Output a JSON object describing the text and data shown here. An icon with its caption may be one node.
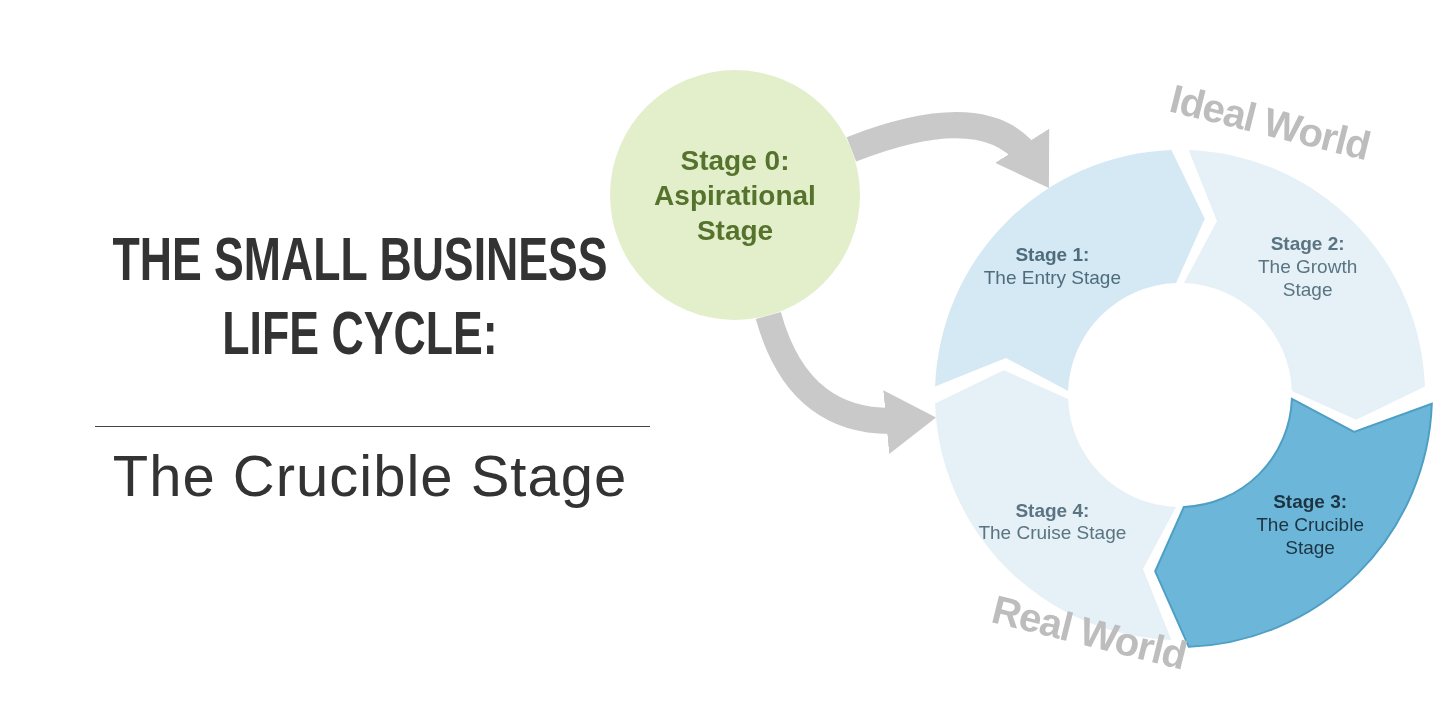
{
  "diagram": {
    "title": "THE SMALL BUSINESS LIFE CYCLE:",
    "nodes": [
      {
        "text": [
          "Stage 0: Aspirational Stage"
        ]
      },
      {
        "text": [
          "Stage 1:",
          "The Entry Stage"
        ]
      },
      {
        "text": [
          "Stage 2:",
          "The Growth Stage"
        ]
      },
      {
        "text": [
          "Stage 3:",
          "The Crucible Stage"
        ]
      },
      {
        "text": [
          "Stage 4:",
          "The Cruise Stage"
        ]
      }
    ],
    "edges": [
      {
        "from": 0,
        "to": 1,
        "arrow": "to"
      },
      {
        "from": 0,
        "to": 4,
        "arrow": "to"
      }
    ],
    "labels": [
      "The Crucible Stage",
      "Ideal World",
      "Real World"
    ]
  }
}
